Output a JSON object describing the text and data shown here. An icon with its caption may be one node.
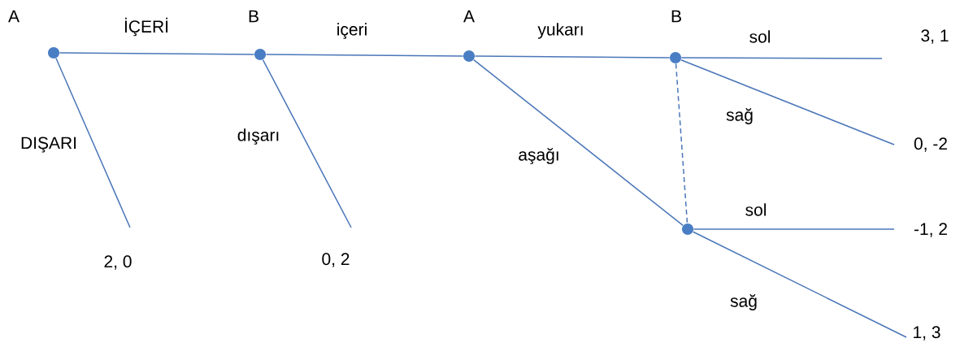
{
  "diagram": {
    "nodes": [
      {
        "text": [],
        "shape": "circle",
        "beside": [
          "A"
        ]
      },
      {
        "text": [],
        "shape": "circle",
        "beside": [
          "B"
        ]
      },
      {
        "text": [],
        "shape": "circle",
        "beside": [
          "A"
        ]
      },
      {
        "text": [],
        "shape": "circle",
        "beside": [
          "B"
        ]
      },
      {
        "text": [],
        "shape": "circle"
      },
      {
        "text": [
          "2, 0"
        ]
      },
      {
        "text": [
          "0, 2"
        ]
      },
      {
        "text": [
          "3, 1"
        ]
      },
      {
        "text": [
          "0, -2"
        ]
      },
      {
        "text": [
          "-1, 2"
        ]
      },
      {
        "text": [
          "1, 3"
        ]
      }
    ],
    "edges": [
      {
        "from": 0,
        "to": 1,
        "arrow": "none",
        "label": "İÇERİ"
      },
      {
        "from": 0,
        "to": 5,
        "arrow": "none",
        "label": "DIŞARI"
      },
      {
        "from": 1,
        "to": 2,
        "arrow": "none",
        "label": "içeri"
      },
      {
        "from": 1,
        "to": 6,
        "arrow": "none",
        "label": "dışarı"
      },
      {
        "from": 2,
        "to": 3,
        "arrow": "none",
        "label": "yukarı"
      },
      {
        "from": 2,
        "to": 4,
        "arrow": "none",
        "label": "aşağı"
      },
      {
        "from": 3,
        "to": 7,
        "arrow": "none",
        "label": "sol"
      },
      {
        "from": 3,
        "to": 8,
        "arrow": "none",
        "label": "sağ"
      },
      {
        "from": 4,
        "to": 9,
        "arrow": "none",
        "label": "sol"
      },
      {
        "from": 4,
        "to": 10,
        "arrow": "none",
        "label": "sağ"
      },
      {
        "from": 3,
        "to": 4,
        "arrow": "none",
        "style": "dashed"
      }
    ]
  }
}
